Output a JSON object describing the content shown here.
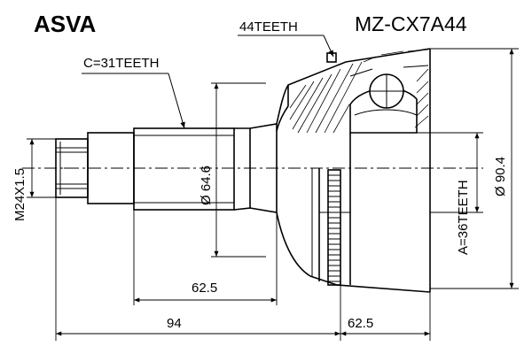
{
  "header": {
    "brand": "ASVA",
    "part_number": "MZ-CX7A44"
  },
  "labels": {
    "outer_teeth": "44TEETH",
    "shaft_teeth": "C=31TEETH",
    "thread": "M24X1.5",
    "shaft_diameter": "Ø 64.6",
    "inner_teeth": "A=36TEETH",
    "housing_diameter": "Ø 90.4",
    "shaft_length": "62.5",
    "total_left": "94",
    "total_right": "62.5"
  },
  "colors": {
    "ink": "#000000",
    "paper": "#ffffff"
  }
}
